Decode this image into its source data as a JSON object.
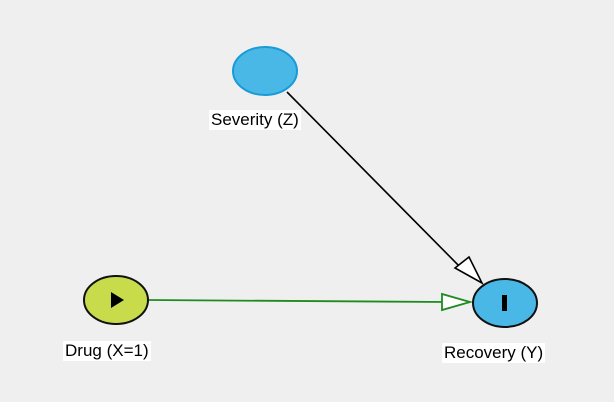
{
  "nodes": {
    "severity": {
      "label": "Severity (Z)",
      "fill": "#4ab8e6",
      "stroke": "#1a9ad6",
      "role": "unobserved"
    },
    "drug": {
      "label": "Drug (X=1)",
      "fill": "#c8dc4b",
      "stroke": "#111111",
      "icon": "play-icon",
      "role": "exposure"
    },
    "recovery": {
      "label": "Recovery (Y)",
      "fill": "#4ab8e6",
      "stroke": "#111111",
      "icon": "outcome-bar-icon",
      "role": "outcome"
    }
  },
  "edges": [
    {
      "from": "severity",
      "to": "recovery",
      "color": "#000000"
    },
    {
      "from": "drug",
      "to": "recovery",
      "color": "#1f8a1f"
    }
  ],
  "background": "#efefef"
}
